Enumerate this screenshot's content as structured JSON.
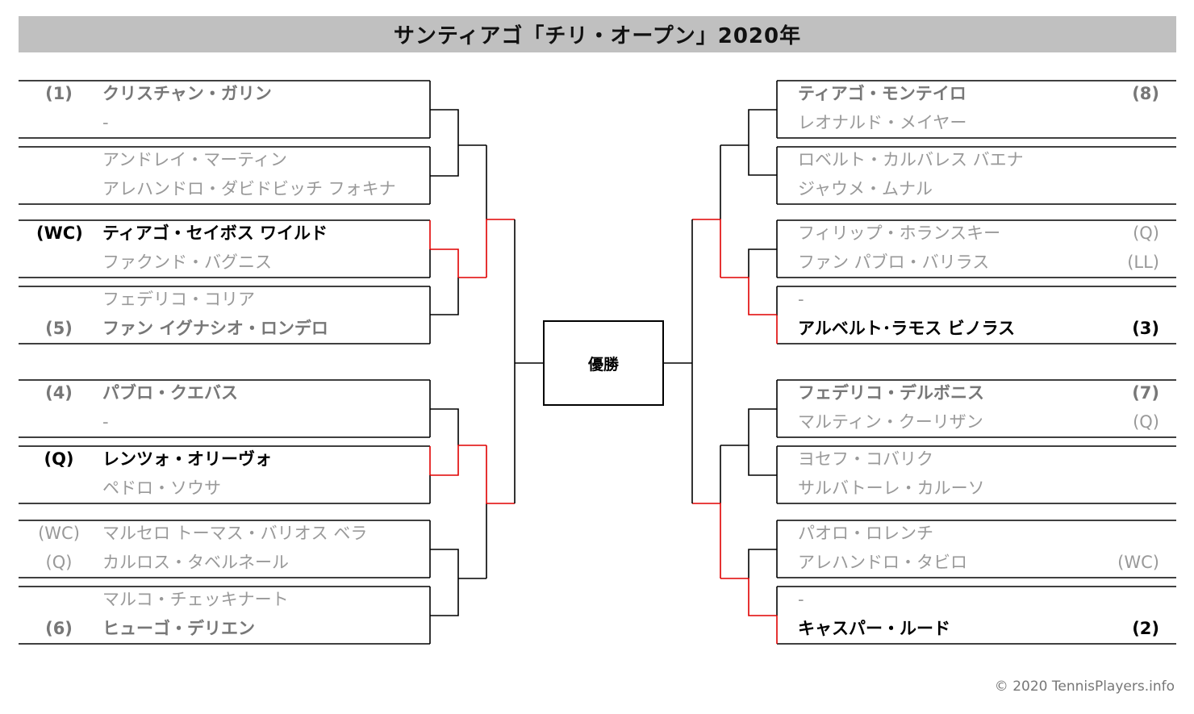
{
  "title": "サンティアゴ「チリ・オープン」2020年",
  "champion_label": "優勝",
  "copyright": "© 2020 TennisPlayers.info",
  "colors": {
    "line": "#000000",
    "highlight": "#e00000",
    "header_bg": "#c0c0c0"
  },
  "left": [
    {
      "seed": "(1)",
      "name": "クリスチャン・ガリン",
      "style": "winlight"
    },
    {
      "seed": "",
      "name": "-",
      "style": "lose"
    },
    {
      "seed": "",
      "name": "アンドレイ・マーティン",
      "style": "lose"
    },
    {
      "seed": "",
      "name": "アレハンドロ・ダビドビッチ フォキナ",
      "style": "lose"
    },
    {
      "seed": "(WC)",
      "name": "ティアゴ・セイボス ワイルド",
      "style": "win"
    },
    {
      "seed": "",
      "name": "ファクンド・バグニス",
      "style": "lose"
    },
    {
      "seed": "",
      "name": "フェデリコ・コリア",
      "style": "lose"
    },
    {
      "seed": "(5)",
      "name": "ファン イグナシオ・ロンデロ",
      "style": "winlight"
    },
    {
      "seed": "(4)",
      "name": "パブロ・クエバス",
      "style": "winlight"
    },
    {
      "seed": "",
      "name": "-",
      "style": "lose"
    },
    {
      "seed": "(Q)",
      "name": "レンツォ・オリーヴォ",
      "style": "win"
    },
    {
      "seed": "",
      "name": "ペドロ・ソウサ",
      "style": "lose"
    },
    {
      "seed": "(WC)",
      "name": "マルセロ トーマス・バリオス ベラ",
      "style": "lose"
    },
    {
      "seed": "(Q)",
      "name": "カルロス・タベルネール",
      "style": "lose"
    },
    {
      "seed": "",
      "name": "マルコ・チェッキナート",
      "style": "lose"
    },
    {
      "seed": "(6)",
      "name": "ヒューゴ・デリエン",
      "style": "winlight"
    }
  ],
  "right": [
    {
      "seed": "(8)",
      "name": "ティアゴ・モンテイロ",
      "style": "winlight"
    },
    {
      "seed": "",
      "name": "レオナルド・メイヤー",
      "style": "lose"
    },
    {
      "seed": "",
      "name": "ロベルト・カルバレス バエナ",
      "style": "lose"
    },
    {
      "seed": "",
      "name": "ジャウメ・ムナル",
      "style": "lose"
    },
    {
      "seed": "(Q)",
      "name": "フィリップ・ホランスキー",
      "style": "lose"
    },
    {
      "seed": "(LL)",
      "name": "ファン パブロ・バリラス",
      "style": "lose"
    },
    {
      "seed": "",
      "name": "-",
      "style": "lose"
    },
    {
      "seed": "(3)",
      "name": "アルベルト･ラモス ビノラス",
      "style": "win"
    },
    {
      "seed": "(7)",
      "name": "フェデリコ・デルボニス",
      "style": "winlight"
    },
    {
      "seed": "(Q)",
      "name": "マルティン・クーリザン",
      "style": "lose"
    },
    {
      "seed": "",
      "name": "ヨセフ・コバリク",
      "style": "lose"
    },
    {
      "seed": "",
      "name": "サルバトーレ・カルーソ",
      "style": "lose"
    },
    {
      "seed": "",
      "name": "パオロ・ロレンチ",
      "style": "lose"
    },
    {
      "seed": "(WC)",
      "name": "アレハンドロ・タビロ",
      "style": "lose"
    },
    {
      "seed": "",
      "name": "-",
      "style": "lose"
    },
    {
      "seed": "(2)",
      "name": "キャスパー・ルード",
      "style": "win"
    }
  ]
}
